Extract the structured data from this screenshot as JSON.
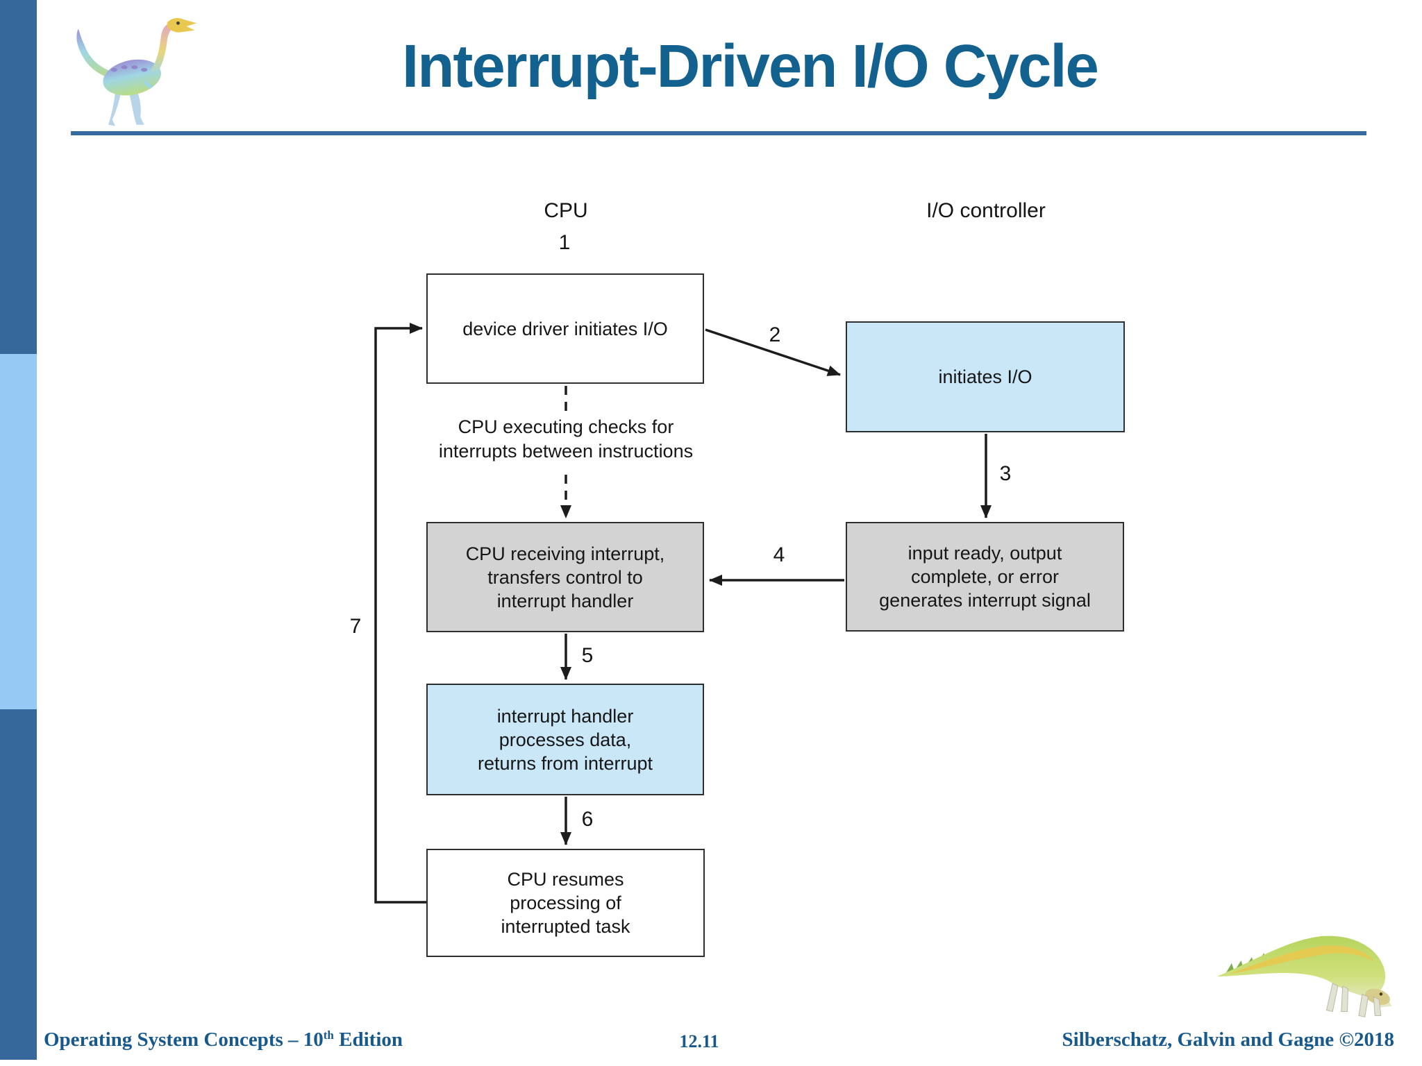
{
  "slide": {
    "title": "Interrupt-Driven I/O Cycle"
  },
  "columns": {
    "cpu": "CPU",
    "io_controller": "I/O controller"
  },
  "steps": {
    "s1": "1",
    "s2": "2",
    "s3": "3",
    "s4": "4",
    "s5": "5",
    "s6": "6",
    "s7": "7"
  },
  "boxes": {
    "device_driver": "device driver initiates I/O",
    "initiates_io": "initiates I/O",
    "cpu_receiving": "CPU receiving interrupt,\ntransfers control to\ninterrupt handler",
    "input_ready": "input ready, output\ncomplete, or error\ngenerates interrupt signal",
    "interrupt_handler": "interrupt handler\nprocesses data,\nreturns from interrupt",
    "cpu_resumes": "CPU resumes\nprocessing of\ninterrupted task"
  },
  "note": "CPU executing checks for\ninterrupts between instructions",
  "footer": {
    "left_prefix": "Operating System Concepts – 10",
    "left_sup": "th",
    "left_suffix": " Edition",
    "page": "12.11",
    "right": "Silberschatz, Galvin and Gagne ©2018"
  },
  "colors": {
    "title-blue": "#12618f",
    "footer-blue": "#17598c",
    "sidebar-dark": "#36689b",
    "sidebar-light": "#97c9f5",
    "box-blue": "#c9e7f7",
    "box-gray": "#d3d3d3",
    "rule-blue": "#36699e",
    "line-dark": "#1c1c1c"
  }
}
